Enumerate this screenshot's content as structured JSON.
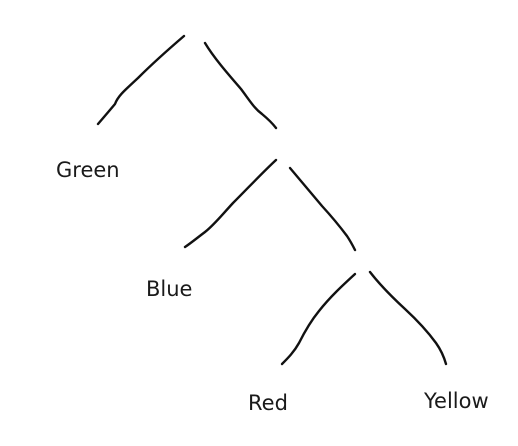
{
  "tree": {
    "leaves": [
      {
        "id": "green",
        "label": "Green"
      },
      {
        "id": "blue",
        "label": "Blue"
      },
      {
        "id": "red",
        "label": "Red"
      },
      {
        "id": "yellow",
        "label": "Yellow"
      }
    ],
    "stroke_color": "#111111",
    "label_color": "#1a1a1a"
  }
}
